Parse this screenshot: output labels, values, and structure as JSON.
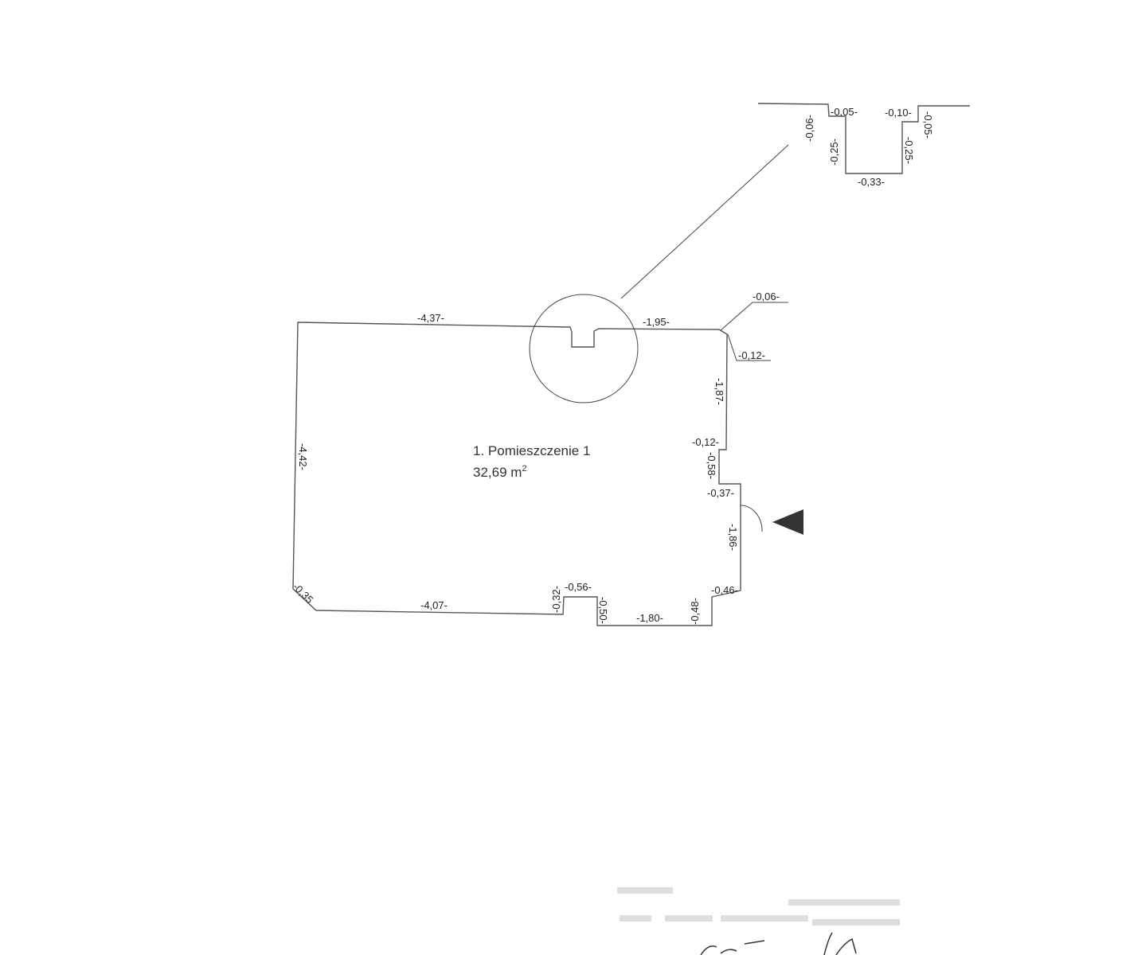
{
  "room": {
    "name": "1. Pomieszczenie 1",
    "area": "32,69 m",
    "area_sup": "2"
  },
  "dimensions": {
    "top_left": "-4,37-",
    "top_right": "-1,95-",
    "corner_a": "-0,06-",
    "corner_b": "-0,12-",
    "right_1": "-1,87-",
    "right_step_1": "-0,12-",
    "right_2": "-0,58-",
    "right_step_2": "-0,37-",
    "right_door": "-1,86-",
    "right_step_3": "-0,46-",
    "bottom_step_1": "-0,48-",
    "bottom_right": "-1,80-",
    "bottom_step_2": "-0,50-",
    "bottom_notch": "-0,56-",
    "bottom_step_3": "-0,32-",
    "bottom_left": "-4,07-",
    "chamfer": "-0,35",
    "left": "-4,42-"
  },
  "detail": {
    "d1": "-0,06-",
    "d2": "-0,05-",
    "d3": "-0,25-",
    "d4": "-0,33-",
    "d5": "-0,25-",
    "d6": "-0,10-",
    "d7": "-0,05-"
  },
  "colors": {
    "line": "#555555",
    "entrance_marker": "#333333"
  }
}
